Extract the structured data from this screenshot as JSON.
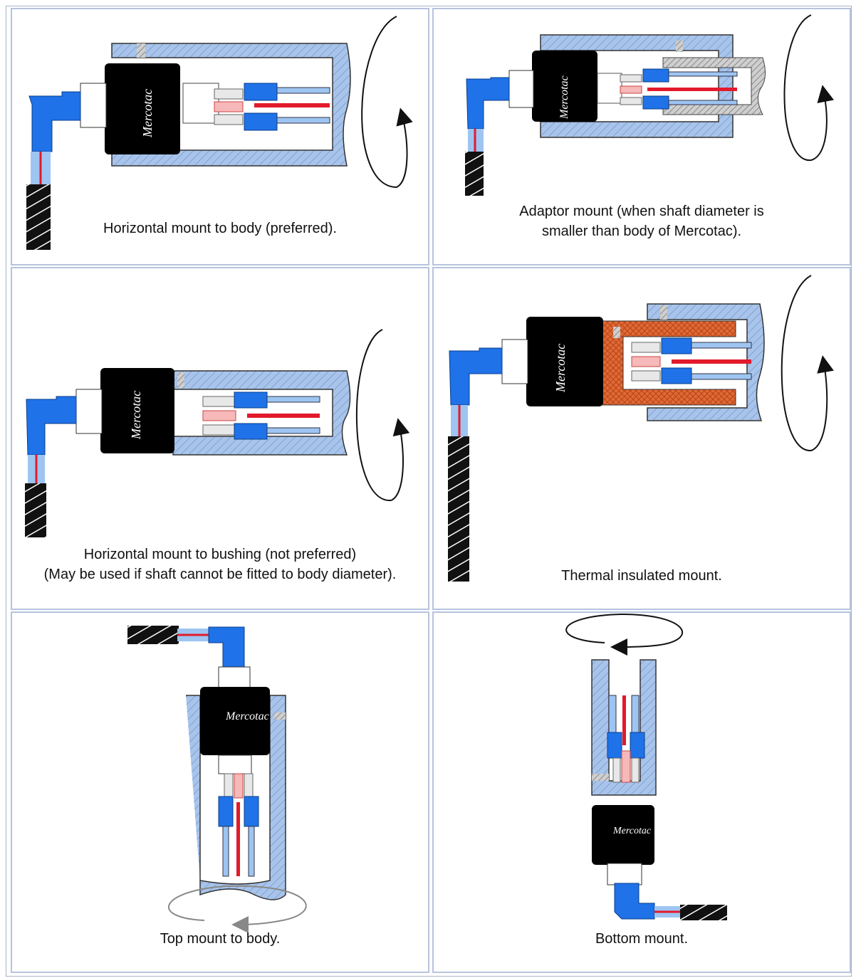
{
  "brand": "Mercotac",
  "colors": {
    "housing": "#a9c4ea",
    "body": "#000000",
    "connector": "#1f72e8",
    "wire_blue": "#9ec5f2",
    "wire_red": "#e21a2b",
    "insulation": "#e06a35",
    "adaptor": "#bdbdbd",
    "cell_border": "#b6c3dd"
  },
  "panels": [
    {
      "id": "horizontal-body",
      "caption": "Horizontal mount to body (preferred).",
      "rotation": "clockwise-vertical"
    },
    {
      "id": "adaptor",
      "caption": "Adaptor mount (when shaft diameter is\nsmaller than body of Mercotac).",
      "rotation": "clockwise-vertical"
    },
    {
      "id": "horizontal-bushing",
      "caption": "Horizontal mount to bushing (not preferred)\n(May be used if shaft cannot be fitted to body diameter).",
      "rotation": "clockwise-vertical"
    },
    {
      "id": "thermal",
      "caption": "Thermal insulated mount.",
      "rotation": "clockwise-vertical"
    },
    {
      "id": "top",
      "caption": "Top mount to body.",
      "rotation": "horizontal-below"
    },
    {
      "id": "bottom",
      "caption": "Bottom mount.",
      "rotation": "horizontal-above"
    }
  ]
}
